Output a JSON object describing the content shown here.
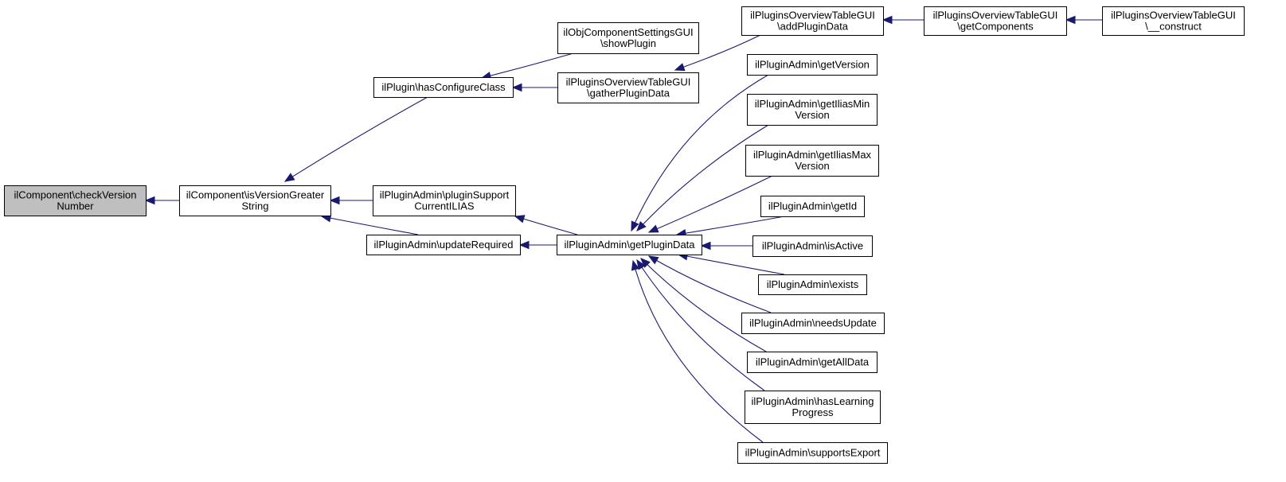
{
  "diagram": {
    "nodes": [
      {
        "id": "n1",
        "lines": [
          "ilComponent\\checkVersion",
          "Number"
        ],
        "highlighted": true
      },
      {
        "id": "n2",
        "lines": [
          "ilComponent\\isVersionGreater",
          "String"
        ]
      },
      {
        "id": "n3",
        "lines": [
          "ilPlugin\\hasConfigureClass"
        ]
      },
      {
        "id": "n4",
        "lines": [
          "ilPluginAdmin\\pluginSupport",
          "CurrentILIAS"
        ]
      },
      {
        "id": "n5",
        "lines": [
          "ilPluginAdmin\\updateRequired"
        ]
      },
      {
        "id": "n6",
        "lines": [
          "ilObjComponentSettingsGUI",
          "\\showPlugin"
        ]
      },
      {
        "id": "n7",
        "lines": [
          "ilPluginsOverviewTableGUI",
          "\\gatherPluginData"
        ]
      },
      {
        "id": "n8",
        "lines": [
          "ilPluginAdmin\\getPluginData"
        ]
      },
      {
        "id": "n9",
        "lines": [
          "ilPluginsOverviewTableGUI",
          "\\addPluginData"
        ]
      },
      {
        "id": "n10",
        "lines": [
          "ilPluginsOverviewTableGUI",
          "\\getComponents"
        ]
      },
      {
        "id": "n11",
        "lines": [
          "ilPluginsOverviewTableGUI",
          "\\__construct"
        ]
      },
      {
        "id": "n12",
        "lines": [
          "ilPluginAdmin\\getVersion"
        ]
      },
      {
        "id": "n13",
        "lines": [
          "ilPluginAdmin\\getIliasMin",
          "Version"
        ]
      },
      {
        "id": "n14",
        "lines": [
          "ilPluginAdmin\\getIliasMax",
          "Version"
        ]
      },
      {
        "id": "n15",
        "lines": [
          "ilPluginAdmin\\getId"
        ]
      },
      {
        "id": "n16",
        "lines": [
          "ilPluginAdmin\\isActive"
        ]
      },
      {
        "id": "n17",
        "lines": [
          "ilPluginAdmin\\exists"
        ]
      },
      {
        "id": "n18",
        "lines": [
          "ilPluginAdmin\\needsUpdate"
        ]
      },
      {
        "id": "n19",
        "lines": [
          "ilPluginAdmin\\getAllData"
        ]
      },
      {
        "id": "n20",
        "lines": [
          "ilPluginAdmin\\hasLearning",
          "Progress"
        ]
      },
      {
        "id": "n21",
        "lines": [
          "ilPluginAdmin\\supportsExport"
        ]
      }
    ],
    "edges": [
      {
        "from": "n2",
        "to": "n1"
      },
      {
        "from": "n3",
        "to": "n2"
      },
      {
        "from": "n4",
        "to": "n2"
      },
      {
        "from": "n5",
        "to": "n2"
      },
      {
        "from": "n6",
        "to": "n3"
      },
      {
        "from": "n7",
        "to": "n3"
      },
      {
        "from": "n9",
        "to": "n7"
      },
      {
        "from": "n10",
        "to": "n9"
      },
      {
        "from": "n11",
        "to": "n10"
      },
      {
        "from": "n8",
        "to": "n4"
      },
      {
        "from": "n8",
        "to": "n5"
      },
      {
        "from": "n12",
        "to": "n8"
      },
      {
        "from": "n13",
        "to": "n8"
      },
      {
        "from": "n14",
        "to": "n8"
      },
      {
        "from": "n15",
        "to": "n8"
      },
      {
        "from": "n16",
        "to": "n8"
      },
      {
        "from": "n17",
        "to": "n8"
      },
      {
        "from": "n18",
        "to": "n8"
      },
      {
        "from": "n19",
        "to": "n8"
      },
      {
        "from": "n20",
        "to": "n8"
      },
      {
        "from": "n21",
        "to": "n8"
      }
    ]
  }
}
